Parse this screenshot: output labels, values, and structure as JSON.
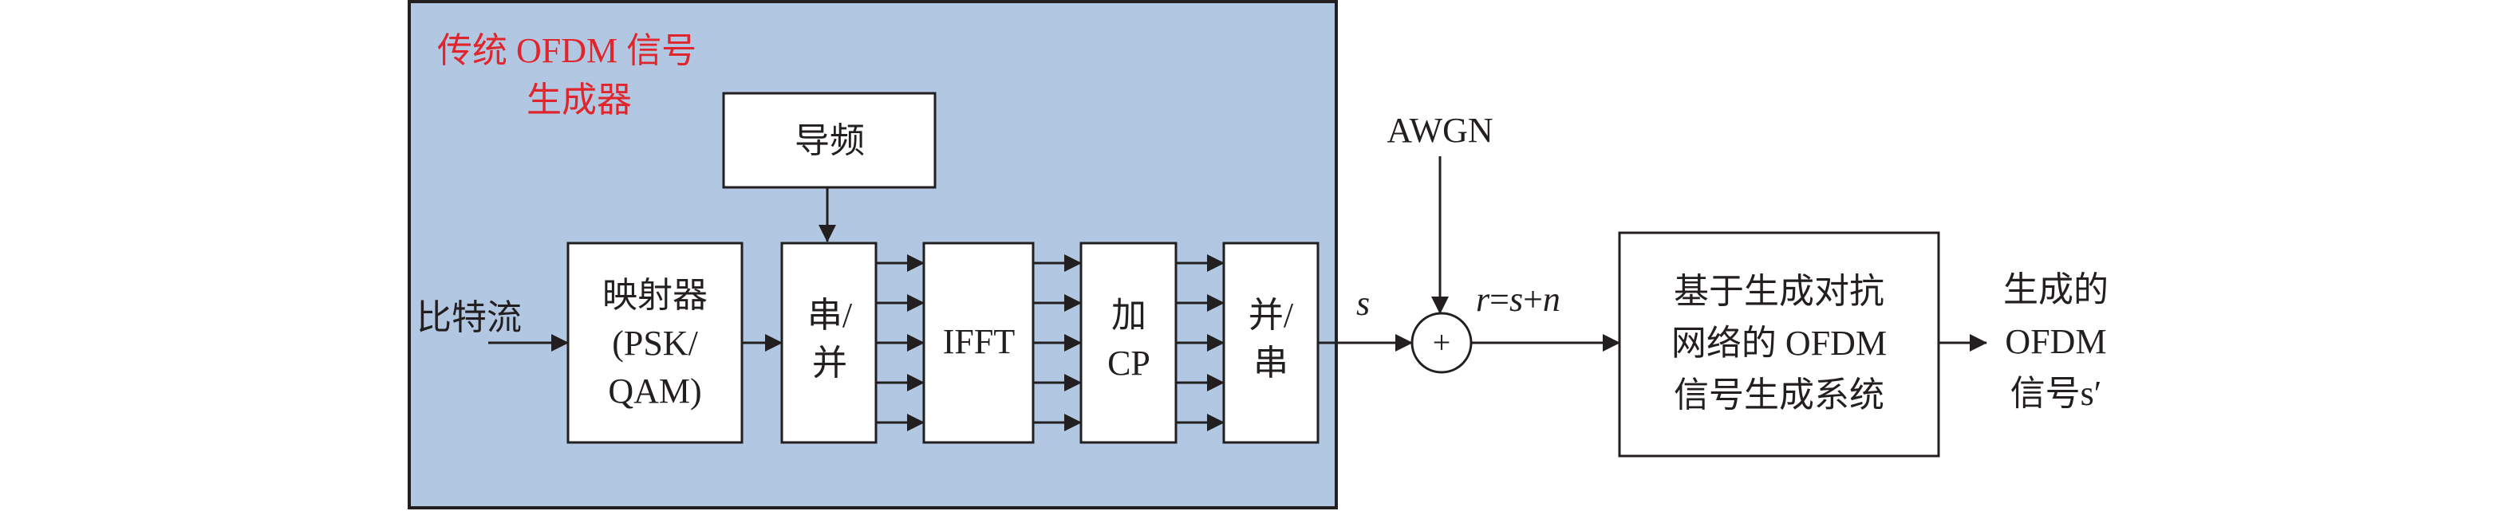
{
  "group": {
    "title_line1": "传统 OFDM 信号",
    "title_line2": "生成器",
    "title_color": "#e0262c",
    "fill_color": "#b2c8e2"
  },
  "input": {
    "label": "比特流"
  },
  "blocks": {
    "pilot": {
      "label": "导频"
    },
    "mapper": {
      "line1": "映射器",
      "line2": "(PSK/",
      "line3": "QAM)"
    },
    "sp": {
      "line1": "串/",
      "line2": "并"
    },
    "ifft": {
      "label": "IFFT"
    },
    "addcp": {
      "line1": "加",
      "line2": "CP"
    },
    "ps": {
      "line1": "并/",
      "line2": "串"
    },
    "gan": {
      "line1": "基于生成对抗",
      "line2": "网络的 OFDM",
      "line3": "信号生成系统"
    }
  },
  "signals": {
    "s": "s",
    "noise": "AWGN",
    "r_parts": [
      "r",
      "=",
      "s",
      "+",
      "n"
    ],
    "adder": "+"
  },
  "output": {
    "line1": "生成的",
    "line2": "OFDM",
    "line3": "信号s′"
  }
}
